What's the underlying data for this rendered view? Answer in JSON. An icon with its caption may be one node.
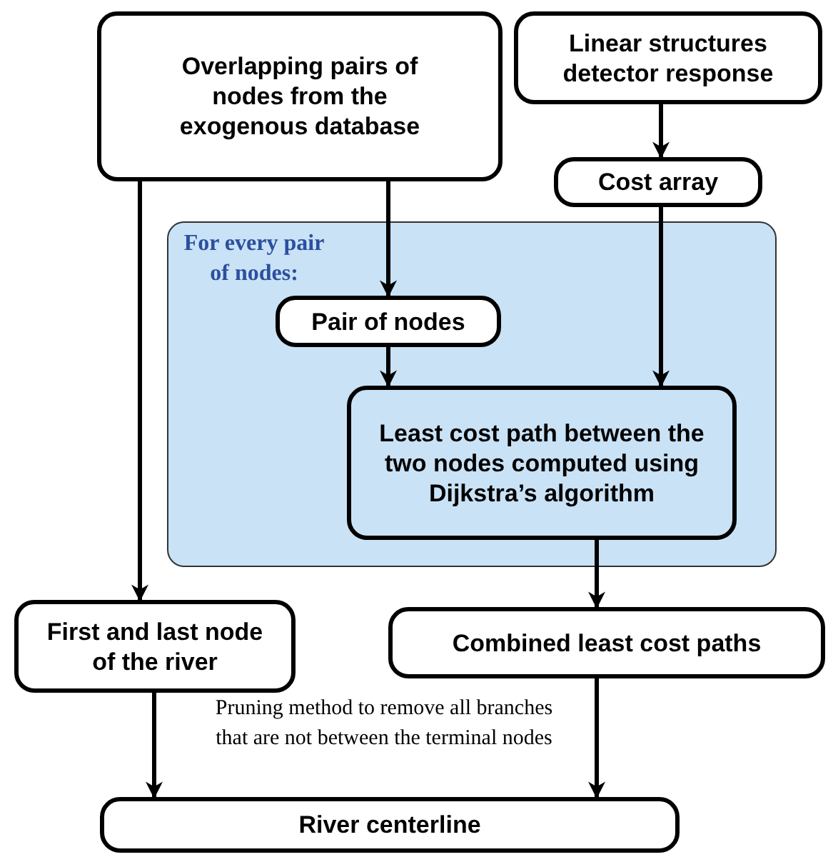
{
  "diagram": {
    "nodes": [
      {
        "text": [
          "Overlapping pairs of nodes from the exogenous database"
        ]
      },
      {
        "text": [
          "Linear structures detector response"
        ]
      },
      {
        "text": [
          "Cost array"
        ]
      },
      {
        "text": [
          "For every pair of nodes:"
        ]
      },
      {
        "text": [
          "Pair of nodes"
        ],
        "in": 3
      },
      {
        "text": [
          "Least cost path between the two nodes computed using Dijkstra’s algorithm"
        ],
        "in": 3
      },
      {
        "text": [
          "First and last node of the river"
        ]
      },
      {
        "text": [
          "Combined least cost paths"
        ]
      },
      {
        "text": [
          "River centerline"
        ]
      }
    ],
    "edges": [
      {
        "from": 0,
        "to": 6,
        "arrow": "to"
      },
      {
        "from": 0,
        "to": 4,
        "arrow": "to"
      },
      {
        "from": 1,
        "to": 2,
        "arrow": "to"
      },
      {
        "from": 2,
        "to": 5,
        "arrow": "to"
      },
      {
        "from": 4,
        "to": 5,
        "arrow": "to"
      },
      {
        "from": 5,
        "to": 7,
        "arrow": "to"
      },
      {
        "from": 6,
        "to": 8,
        "arrow": "to"
      },
      {
        "from": 7,
        "to": 8,
        "arrow": "to"
      }
    ],
    "labels": [
      "Pruning method to remove all branches that are not between the terminal nodes"
    ]
  }
}
